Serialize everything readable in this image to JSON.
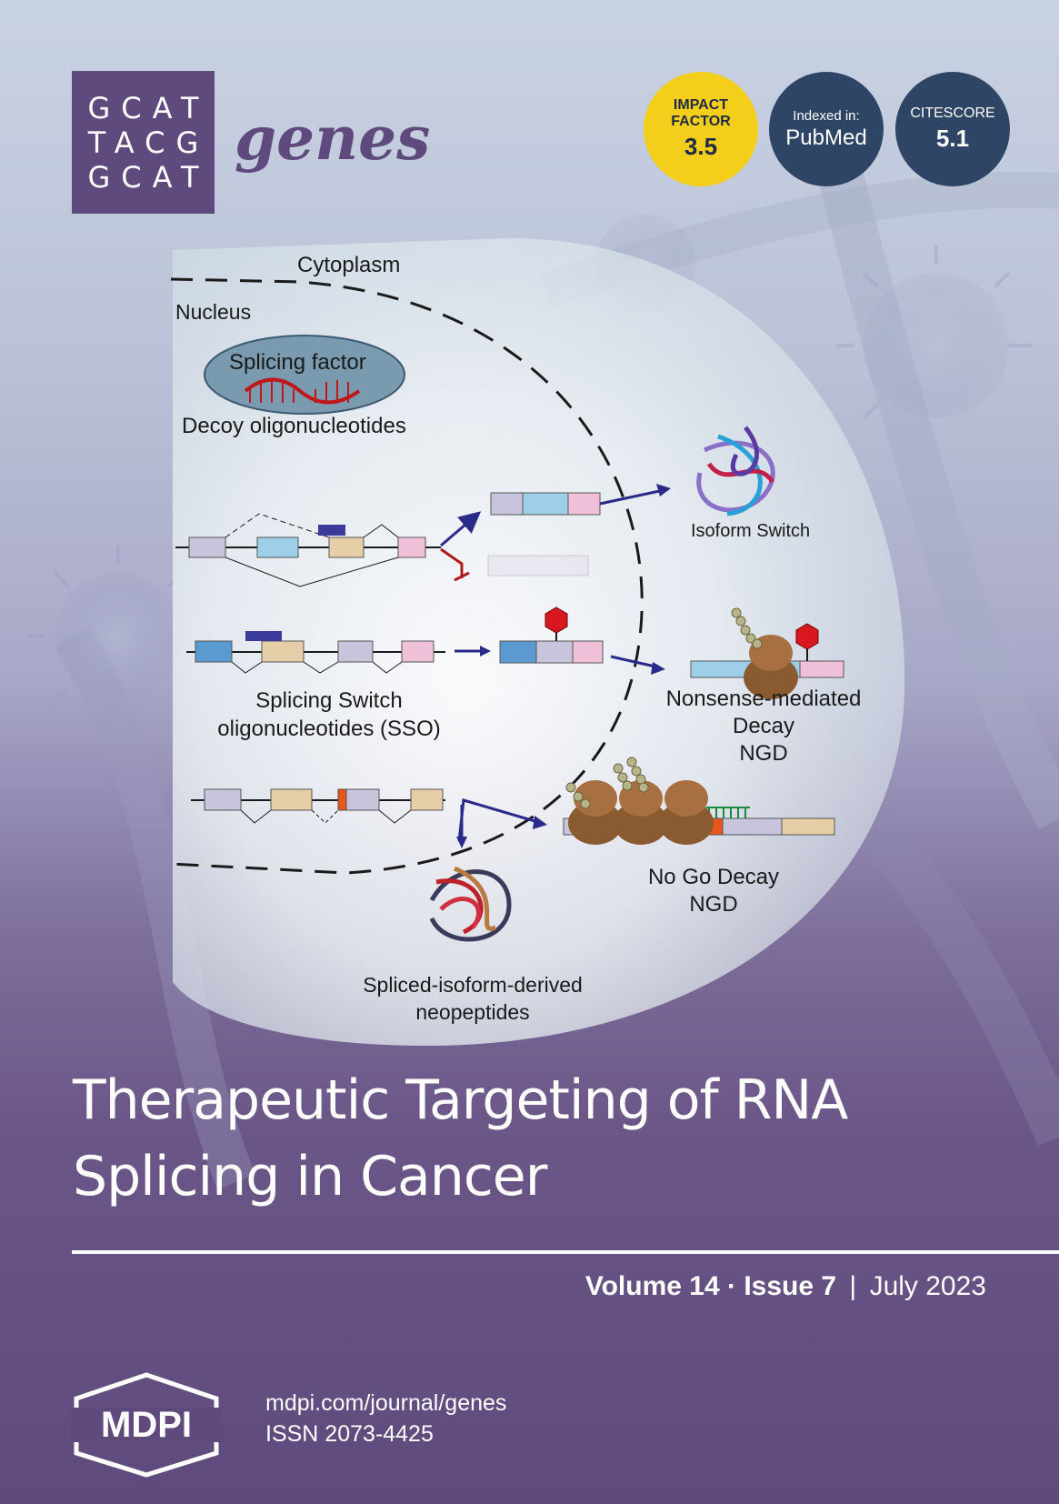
{
  "journal": {
    "logo_rows": [
      "GCAT",
      "TACG",
      "GCAT"
    ],
    "name": "genes"
  },
  "badges": {
    "impact_factor": {
      "line1": "IMPACT",
      "line2": "FACTOR",
      "value": "3.5"
    },
    "indexed": {
      "line1": "Indexed in:",
      "value": "PubMed"
    },
    "citescore": {
      "line1": "CITESCORE",
      "value": "5.1"
    }
  },
  "diagram": {
    "cytoplasm": "Cytoplasm",
    "nucleus": "Nucleus",
    "splicing_factor": "Splicing factor",
    "decoy": "Decoy oligonucleotides",
    "isoform_switch": "Isoform Switch",
    "sso_line1": "Splicing Switch",
    "sso_line2": "oligonucleotides (SSO)",
    "nmd_line1": "Nonsense-mediated",
    "nmd_line2": "Decay",
    "nmd_line3": "NGD",
    "ngd_line1": "No Go Decay",
    "ngd_line2": "NGD",
    "neo_line1": "Spliced-isoform-derived",
    "neo_line2": "neopeptides"
  },
  "title": {
    "line1": "Therapeutic Targeting of RNA",
    "line2": "Splicing in Cancer"
  },
  "issue": {
    "volume": "Volume 14",
    "dot": "·",
    "issue": "Issue 7",
    "bar": "|",
    "date": "July 2023"
  },
  "publisher": {
    "logo": "MDPI",
    "url": "mdpi.com/journal/genes",
    "issn": "ISSN 2073-4425"
  },
  "colors": {
    "brand_purple": "#5e4a7c",
    "impact_yellow": "#f3cf1c",
    "badge_navy": "#2f4565"
  }
}
